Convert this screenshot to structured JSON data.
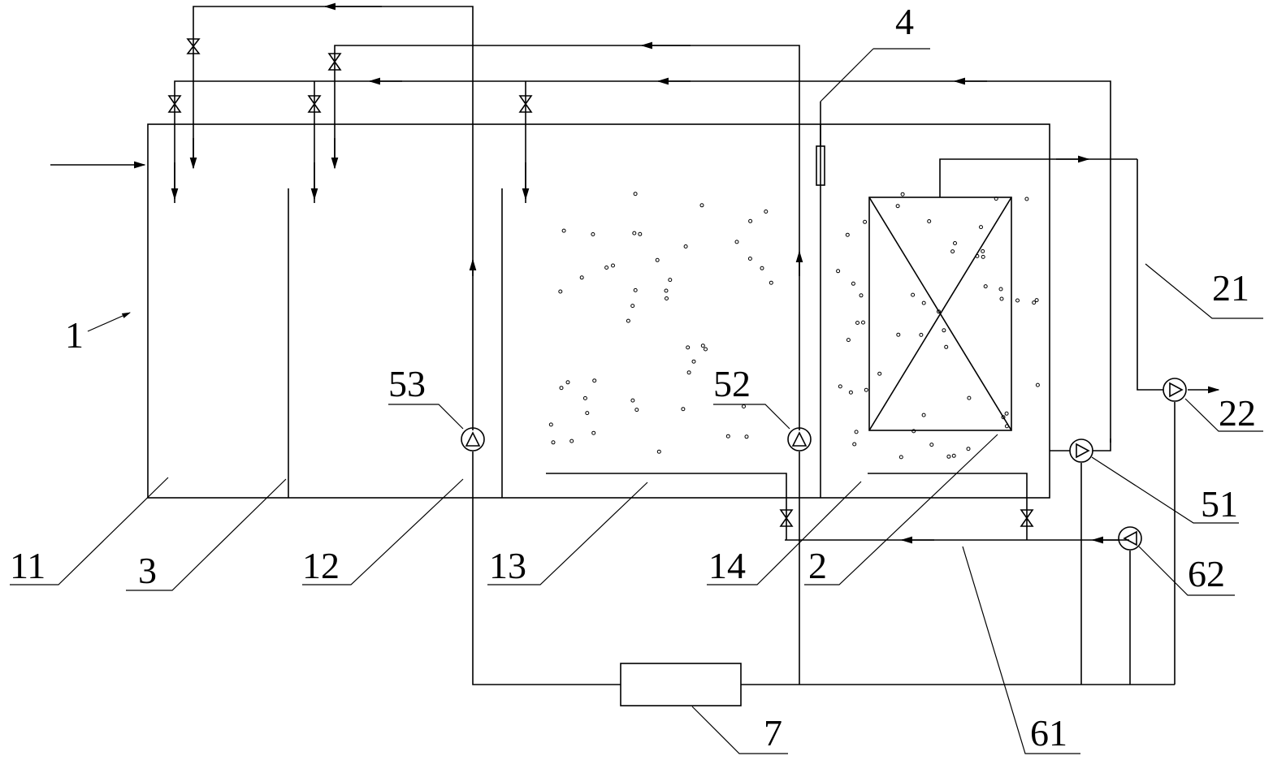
{
  "labels": {
    "n1": "1",
    "n11": "11",
    "n3": "3",
    "n12": "12",
    "n13": "13",
    "n14": "14",
    "n2": "2",
    "n4": "4",
    "n7": "7",
    "n21": "21",
    "n22": "22",
    "n51": "51",
    "n52": "52",
    "n53": "53",
    "n61": "61",
    "n62": "62"
  }
}
